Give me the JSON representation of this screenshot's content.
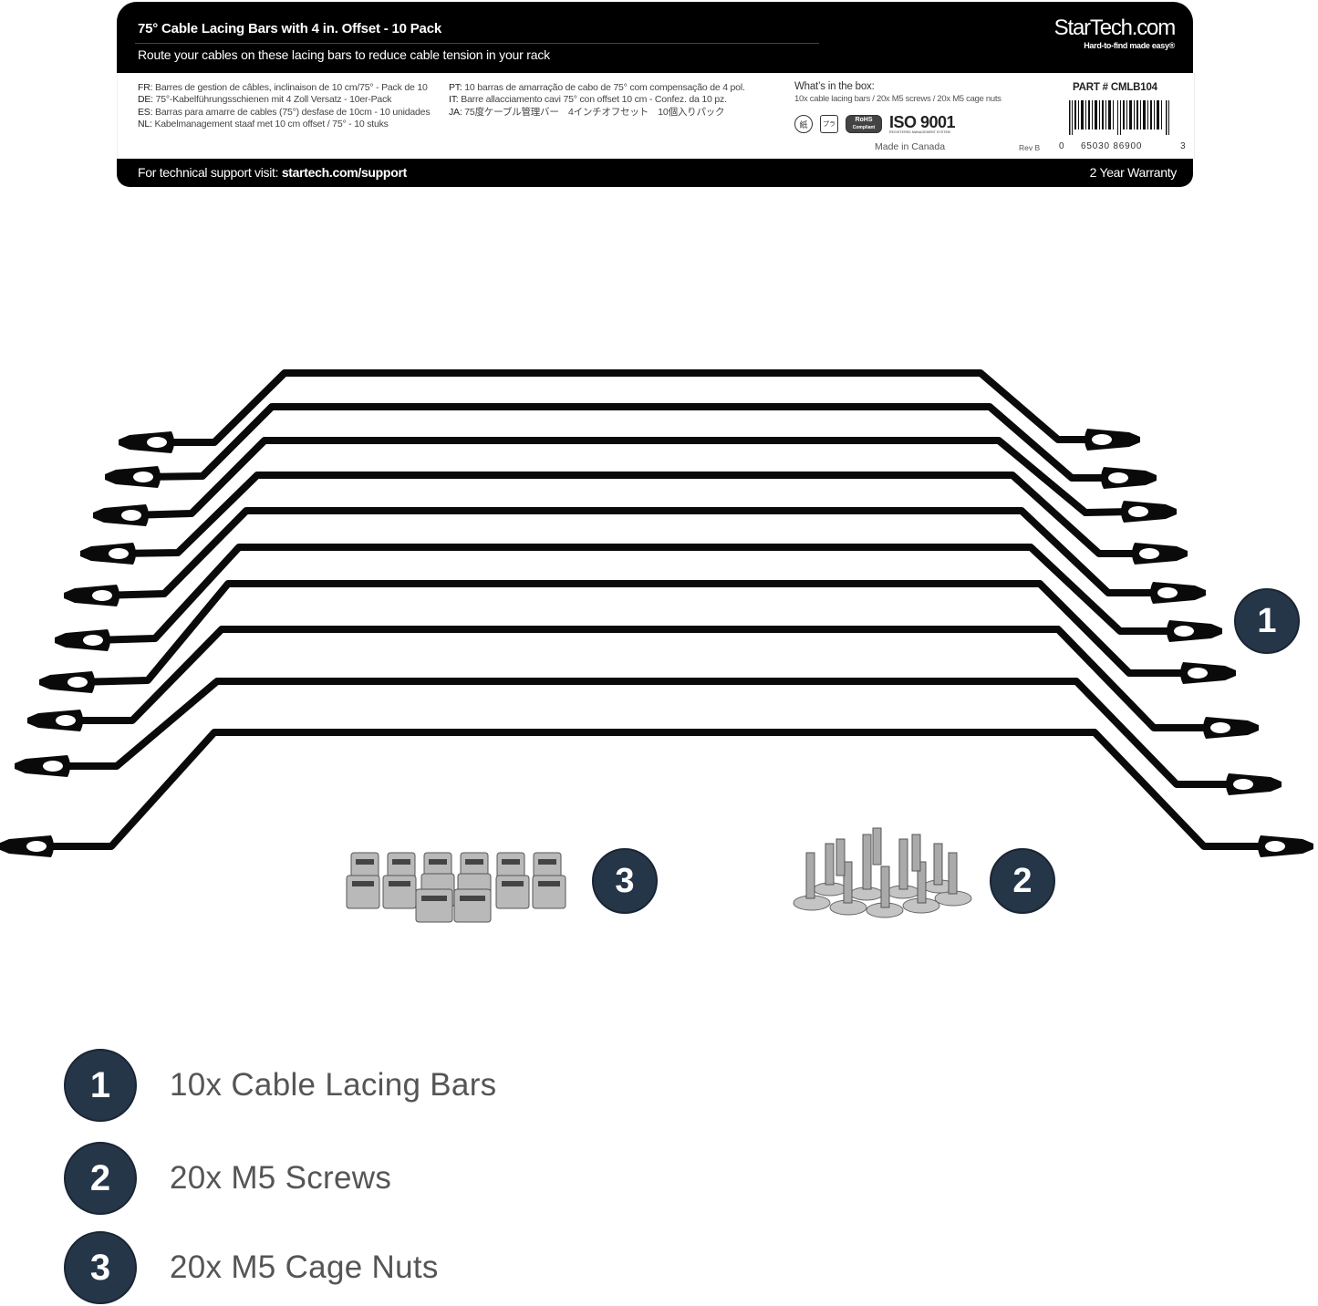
{
  "label": {
    "title": "75° Cable Lacing Bars with 4 in. Offset - 10 Pack",
    "subtitle": "Route your cables on these lacing bars to reduce cable tension in your rack",
    "brand": {
      "name": "StarTech.com",
      "tagline": "Hard-to-find made easy®"
    },
    "translations_col1": [
      {
        "code": "FR:",
        "text": " Barres de gestion de câbles, inclinaison de 10 cm/75° - Pack de 10"
      },
      {
        "code": "DE:",
        "text": " 75°-Kabelführungsschienen mit 4 Zoll Versatz - 10er-Pack"
      },
      {
        "code": "ES:",
        "text": " Barras para amarre de cables (75°) desfase de 10cm - 10 unidades"
      },
      {
        "code": "NL:",
        "text": " Kabelmanagement staaf met 10 cm offset / 75° - 10 stuks"
      }
    ],
    "translations_col2": [
      {
        "code": "PT:",
        "text": " 10 barras de amarração de cabo de 75° com compensação de 4 pol."
      },
      {
        "code": "IT:",
        "text": " Barre allacciamento cavi 75° con offset 10 cm - Confez. da 10 pz."
      },
      {
        "code": "JA:",
        "text": " 75度ケーブル管理バー　4インチオフセット　10個入りパック"
      }
    ],
    "box": {
      "title": "What’s in the box:",
      "contents": "10x cable lacing bars / 20x M5 screws / 20x M5 cage nuts"
    },
    "certifications": {
      "paper_recycle": "紙",
      "plastic_recycle": "プラ",
      "rohs_line1": "RoHS",
      "rohs_line2": "Compliant",
      "iso": "ISO 9001",
      "iso_sub": "REGISTERED MANAGEMENT SYSTEM"
    },
    "made_in": "Made in Canada",
    "revision": "Rev B",
    "part_number": "PART # CMLB104",
    "barcode": {
      "left_digit": "0",
      "middle_digits": "65030 86900",
      "right_digit": "3"
    },
    "support_prefix": "For technical support visit: ",
    "support_url": "startech.com/support",
    "warranty": "2 Year Warranty"
  },
  "product_image": {
    "bar_color": "#0a0a0a",
    "badge_color": "#253649",
    "callouts": [
      {
        "number": "1",
        "target": "cable-lacing-bars"
      },
      {
        "number": "2",
        "target": "m5-screws"
      },
      {
        "number": "3",
        "target": "m5-cage-nuts"
      }
    ]
  },
  "legend": [
    {
      "number": "1",
      "label": "10x Cable Lacing Bars"
    },
    {
      "number": "2",
      "label": "20x M5 Screws"
    },
    {
      "number": "3",
      "label": "20x M5 Cage Nuts"
    }
  ]
}
